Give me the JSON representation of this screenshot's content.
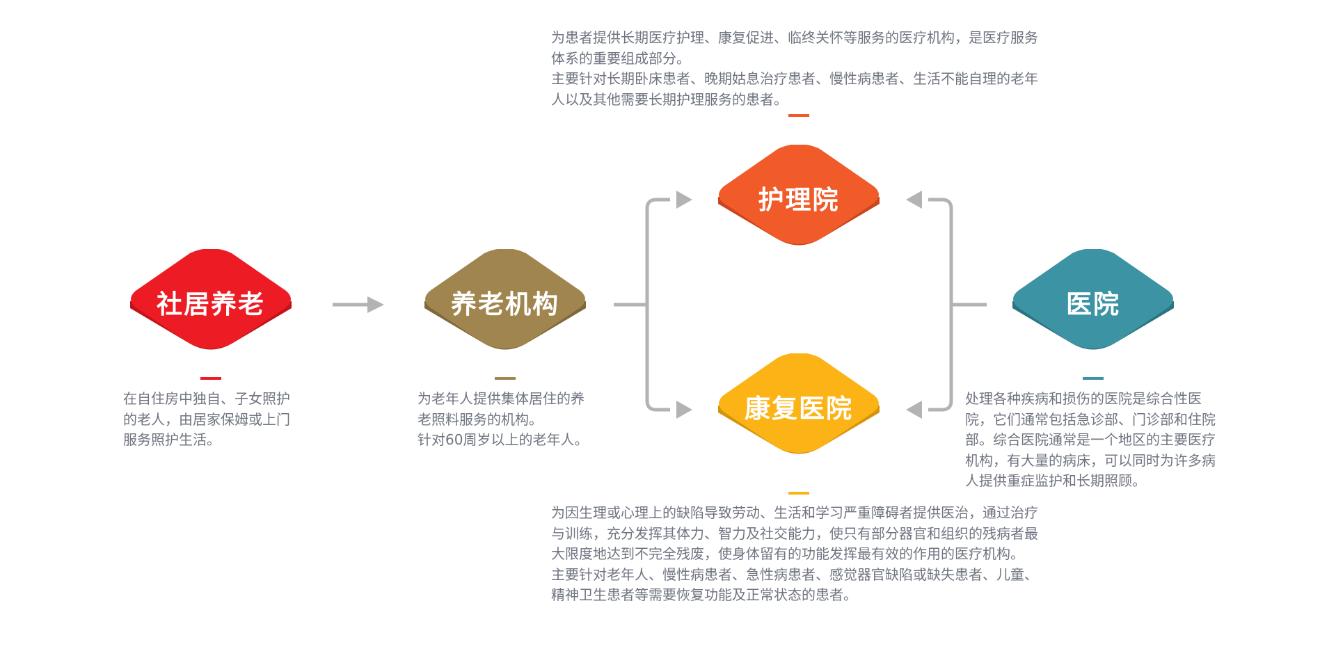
{
  "nodes": {
    "community": {
      "title": "社居养老",
      "color": "#ed1c24",
      "shade": "#c0141b",
      "description": [
        "在自住房中独自、子女照护的老人，由居家保姆或上门服务照护生活。"
      ]
    },
    "elderly_institution": {
      "title": "养老机构",
      "color": "#a0854f",
      "shade": "#7e683c",
      "description": [
        "为老年人提供集体居住的养老照料服务的机构。",
        "针对60周岁以上的老年人。"
      ]
    },
    "nursing_home": {
      "title": "护理院",
      "color": "#f15a29",
      "shade": "#c8461c",
      "description": [
        "为患者提供长期医疗护理、康复促进、临终关怀等服务的医疗机构，是医疗服务体系的重要组成部分。",
        "主要针对长期卧床患者、晚期姑息治疗患者、慢性病患者、生活不能自理的老年人以及其他需要长期护理服务的患者。"
      ]
    },
    "rehab_hospital": {
      "title": "康复医院",
      "color": "#fbb316",
      "shade": "#d6920c",
      "description": [
        "为因生理或心理上的缺陷导致劳动、生活和学习严重障碍者提供医治，通过治疗与训练，充分发挥其体力、智力及社交能力，使只有部分器官和组织的残病者最大限度地达到不完全残废，使身体留有的功能发挥最有效的作用的医疗机构。",
        "主要针对老年人、慢性病患者、急性病患者、感觉器官缺陷或缺失患者、儿童、精神卫生患者等需要恢复功能及正常状态的患者。"
      ]
    },
    "hospital": {
      "title": "医院",
      "color": "#3b93a3",
      "shade": "#2c7481",
      "description": [
        "处理各种疾病和损伤的医院是综合性医院，它们通常包括急诊部、门诊部和住院部。综合医院通常是一个地区的主要医疗机构，有大量的病床，可以同时为许多病人提供重症监护和长期照顾。"
      ]
    }
  },
  "connector_color": "#b3b3b3"
}
